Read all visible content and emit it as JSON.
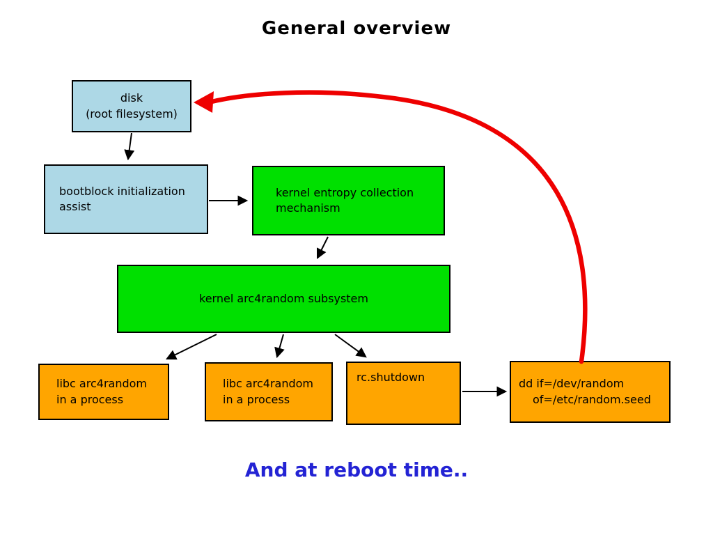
{
  "title": "General overview",
  "caption": "And at reboot time..",
  "colors": {
    "box_blue": "#add8e6",
    "box_green": "#00e000",
    "box_orange": "#ffa500",
    "arrow_red": "#ee0000",
    "caption_blue": "#2323d4",
    "ink": "#000000",
    "background": "#ffffff"
  },
  "nodes": {
    "disk": {
      "line1": "disk",
      "line2": "(root filesystem)"
    },
    "bootblock": {
      "line1": "bootblock initialization",
      "line2": "assist"
    },
    "entropy": {
      "line1": "kernel entropy collection",
      "line2": "mechanism"
    },
    "arc4random": {
      "line1": "kernel arc4random subsystem"
    },
    "libc1": {
      "line1": "libc arc4random",
      "line2": "in a process"
    },
    "libc2": {
      "line1": "libc arc4random",
      "line2": "in a process"
    },
    "rcshutdown": {
      "line1": "rc.shutdown"
    },
    "ddseed": {
      "line1": "dd if=/dev/random",
      "line2": "of=/etc/random.seed"
    }
  }
}
